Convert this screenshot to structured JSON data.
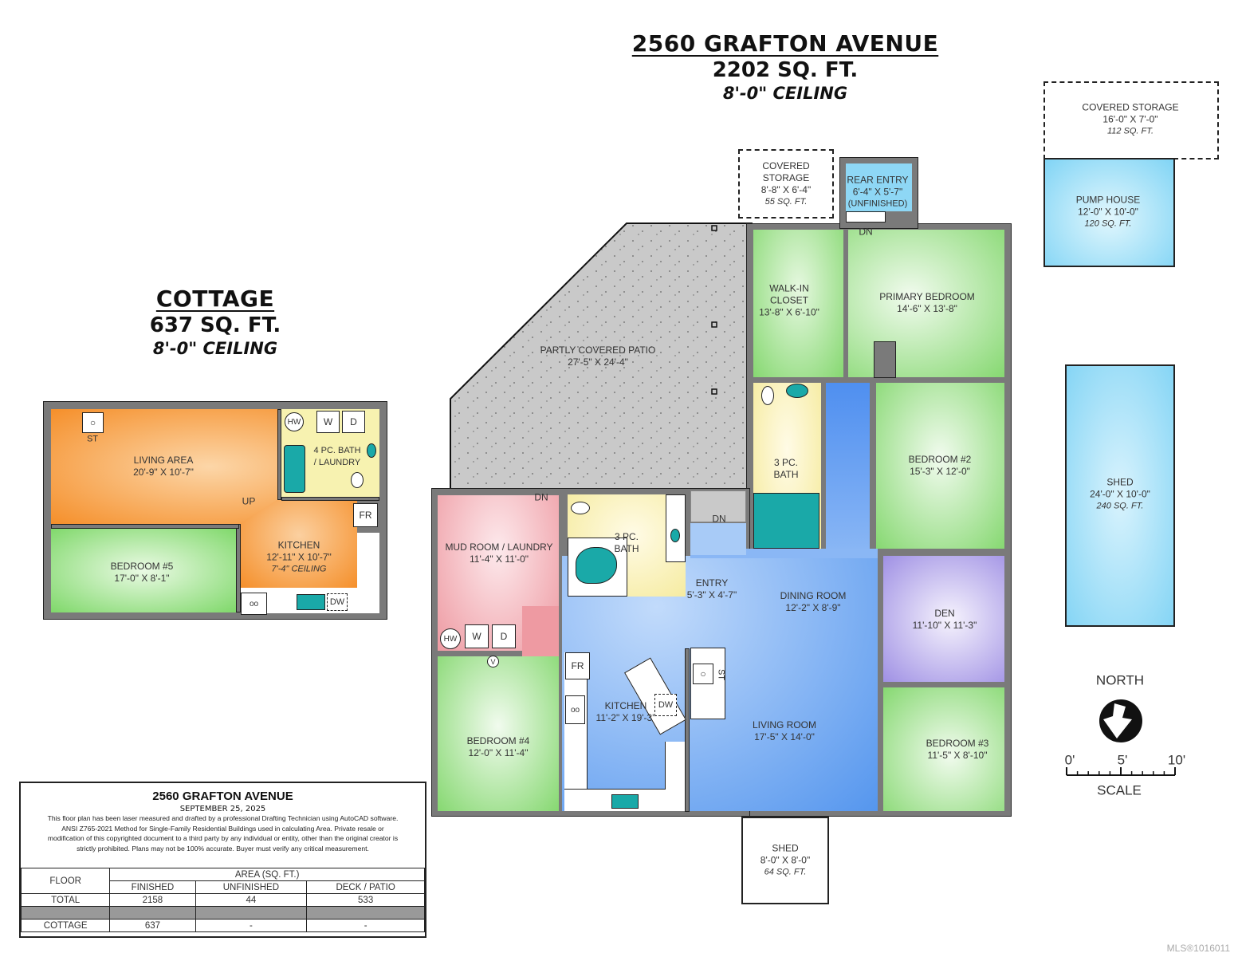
{
  "main_house": {
    "address": "2560 GRAFTON AVENUE",
    "area": "2202 SQ. FT.",
    "ceiling": "8'-0\" CEILING"
  },
  "cottage": {
    "title": "COTTAGE",
    "area": "637 SQ. FT.",
    "ceiling": "8'-0\" CEILING",
    "rooms": [
      {
        "name": "LIVING AREA",
        "dims": "20'-9\" X 10'-7\"",
        "color": "#f79a3a"
      },
      {
        "name": "4 PC. BATH",
        "name2": "/ LAUNDRY",
        "color": "#f7f2b0"
      },
      {
        "name": "KITCHEN",
        "dims": "12'-11\" X 10'-7\"",
        "note": "7'-4\" CEILING",
        "color": "#f79a3a"
      },
      {
        "name": "BEDROOM #5",
        "dims": "17'-0\" X 8'-1\"",
        "color": "#8fdc7a"
      }
    ],
    "fixtures": {
      "st": "ST",
      "hw": "HW",
      "w": "W",
      "d": "D",
      "fr": "FR",
      "dw": "DW",
      "up": "UP"
    }
  },
  "outbuildings": {
    "covered_storage_small": {
      "name1": "COVERED",
      "name2": "STORAGE",
      "dims": "8'-8\" X 6'-4\"",
      "area": "55 SQ. FT."
    },
    "covered_storage_large": {
      "name": "COVERED STORAGE",
      "dims": "16'-0\" X 7'-0\"",
      "area": "112 SQ. FT."
    },
    "pump_house": {
      "name": "PUMP HOUSE",
      "dims": "12'-0\" X 10'-0\"",
      "area": "120 SQ. FT."
    },
    "shed_large": {
      "name": "SHED",
      "dims": "24'-0\" X 10'-0\"",
      "area": "240 SQ. FT."
    },
    "shed_small": {
      "name": "SHED",
      "dims": "8'-0\" X 8'-0\"",
      "area": "64 SQ. FT."
    }
  },
  "rooms": {
    "rear_entry": {
      "name": "REAR ENTRY",
      "dims": "6'-4\" X 5'-7\"",
      "note": "(UNFINISHED)"
    },
    "patio": {
      "name": "PARTLY COVERED PATIO",
      "dims": "27'-5\" X 24'-4\""
    },
    "walk_in_closet": {
      "name1": "WALK-IN",
      "name2": "CLOSET",
      "dims": "13'-8\" X 6'-10\""
    },
    "primary_bedroom": {
      "name": "PRIMARY BEDROOM",
      "dims": "14'-6\" X 13'-8\""
    },
    "bath_3pc_a": {
      "name1": "3 PC.",
      "name2": "BATH"
    },
    "bedroom_2": {
      "name": "BEDROOM #2",
      "dims": "15'-3\" X 12'-0\""
    },
    "mud_room": {
      "name": "MUD ROOM / LAUNDRY",
      "dims": "11'-4\" X 11'-0\""
    },
    "bath_3pc_b": {
      "name1": "3 PC.",
      "name2": "BATH"
    },
    "entry": {
      "name": "ENTRY",
      "dims": "5'-3\" X 4'-7\""
    },
    "dining_room": {
      "name": "DINING ROOM",
      "dims": "12'-2\" X 8'-9\""
    },
    "den": {
      "name": "DEN",
      "dims": "11'-10\" X 11'-3\""
    },
    "kitchen": {
      "name": "KITCHEN",
      "dims": "11'-2\" X 19'-3\""
    },
    "living_room": {
      "name": "LIVING ROOM",
      "dims": "17'-5\" X 14'-0\""
    },
    "bedroom_3": {
      "name": "BEDROOM #3",
      "dims": "11'-5\" X 8'-10\""
    },
    "bedroom_4": {
      "name": "BEDROOM #4",
      "dims": "12'-0\" X 11'-4\""
    }
  },
  "fixtures": {
    "dn": "DN",
    "hw": "HW",
    "w": "W",
    "d": "D",
    "fr": "FR",
    "dw": "DW",
    "st": "ST",
    "v": "V"
  },
  "legend": {
    "north_label": "NORTH",
    "scale_label": "SCALE",
    "scale_ticks": [
      "0'",
      "5'",
      "10'"
    ]
  },
  "info_box": {
    "title": "2560 GRAFTON AVENUE",
    "date": "SEPTEMBER 25, 2025",
    "disclaimer": [
      "This floor plan has been laser measured and drafted by a professional Drafting Technician using AutoCAD software.",
      "ANSI Z765-2021 Method for Single-Family Residential Buildings used in calculating Area. Private resale or",
      "modification of this copyrighted document to a third party by any individual or entity, other than the original creator is",
      "strictly prohibited. Plans may not be 100% accurate.  Buyer must verify any critical measurement."
    ],
    "table": {
      "floor_header": "FLOOR",
      "area_header": "AREA (SQ. FT.)",
      "columns": [
        "FINISHED",
        "UNFINISHED",
        "DECK / PATIO"
      ],
      "rows": [
        {
          "floor": "TOTAL",
          "values": [
            "2158",
            "44",
            "533"
          ]
        },
        {
          "floor": "COTTAGE",
          "values": [
            "637",
            "-",
            "-"
          ]
        }
      ]
    }
  },
  "mls": "MLS®1016011",
  "colors": {
    "wall": "#7a7a7a",
    "green_room": "#8fdc7a",
    "blue_room": "#5d9cf0",
    "orange_room": "#f79a3a",
    "pink_room": "#f2a5ab",
    "purple_room": "#a99be6",
    "yellow_room": "#f7ef9e",
    "light_blue": "#86d6f5",
    "patio_gray": "#c9c9c9",
    "teal_fixture": "#1aa9a8"
  }
}
